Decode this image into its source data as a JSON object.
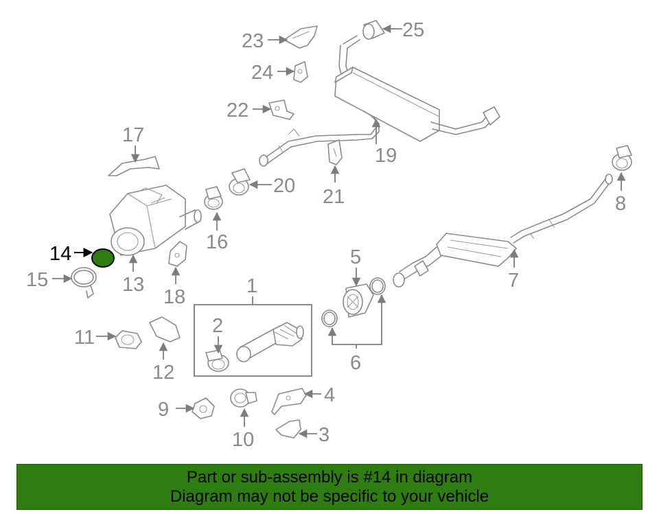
{
  "highlight": {
    "part_number": "14",
    "color": "#2f7d10",
    "stroke": "#000000"
  },
  "callouts": {
    "c1": "1",
    "c2": "2",
    "c3": "3",
    "c4": "4",
    "c5": "5",
    "c6": "6",
    "c7": "7",
    "c8": "8",
    "c9": "9",
    "c10": "10",
    "c11": "11",
    "c12": "12",
    "c13": "13",
    "c14": "14",
    "c15": "15",
    "c16": "16",
    "c17": "17",
    "c18": "18",
    "c19": "19",
    "c20": "20",
    "c21": "21",
    "c22": "22",
    "c23": "23",
    "c24": "24",
    "c25": "25"
  },
  "banner": {
    "line1": "Part or sub-assembly is #14 in diagram",
    "line2": "Diagram may not be specific to your vehicle",
    "background": "#2f7d10",
    "text_color": "#000000"
  },
  "colors": {
    "line_art": "#8a8a8a",
    "callout_text": "#8a8a8a"
  }
}
